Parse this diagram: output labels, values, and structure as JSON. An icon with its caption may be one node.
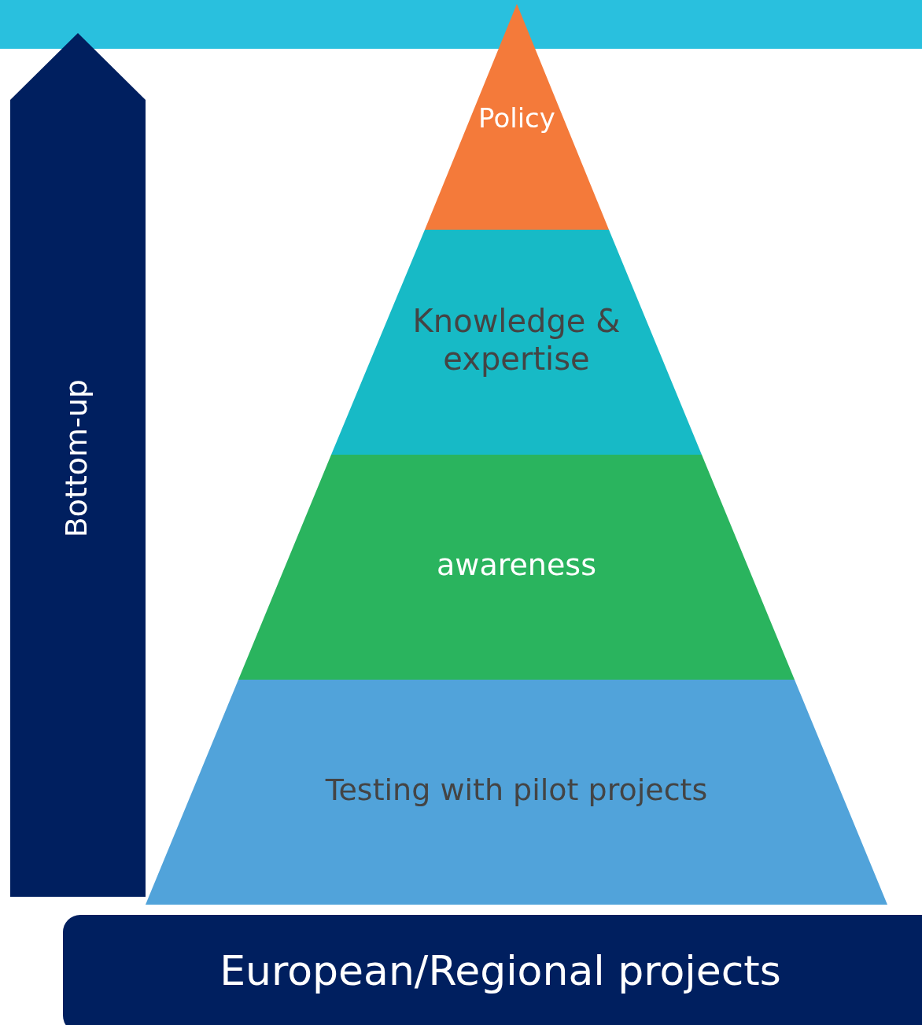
{
  "diagram": {
    "nodes": [
      {
        "text": [
          "Policy"
        ]
      },
      {
        "text": [
          "Knowledge & expertise"
        ]
      },
      {
        "text": [
          "awareness"
        ]
      },
      {
        "text": [
          "Testing with pilot projects"
        ]
      },
      {
        "text": [
          "Bottom-up"
        ]
      },
      {
        "text": [
          "European/Regional projects"
        ]
      }
    ]
  }
}
